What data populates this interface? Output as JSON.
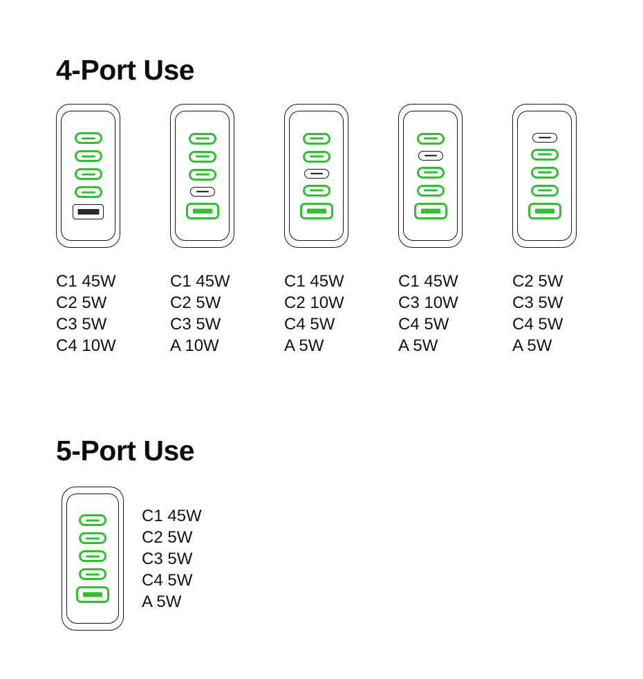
{
  "page": {
    "background": "#ffffff",
    "accent_green": "#2fbf2f",
    "inactive_black": "#141414"
  },
  "sections": [
    {
      "id": "four-port",
      "title": "4-Port Use",
      "chargers": [
        {
          "id": "charger-1",
          "ports": [
            {
              "type": "usb-c",
              "active": true
            },
            {
              "type": "usb-c",
              "active": true
            },
            {
              "type": "usb-c",
              "active": true
            },
            {
              "type": "usb-c",
              "active": true
            },
            {
              "type": "usb-a",
              "active": false
            }
          ],
          "labels": [
            "C1 45W",
            "C2 5W",
            "C3 5W",
            "C4 10W"
          ]
        },
        {
          "id": "charger-2",
          "ports": [
            {
              "type": "usb-c",
              "active": true
            },
            {
              "type": "usb-c",
              "active": true
            },
            {
              "type": "usb-c",
              "active": true
            },
            {
              "type": "usb-c",
              "active": false
            },
            {
              "type": "usb-a",
              "active": true
            }
          ],
          "labels": [
            "C1 45W",
            "C2 5W",
            "C3 5W",
            "A 10W"
          ]
        },
        {
          "id": "charger-3",
          "ports": [
            {
              "type": "usb-c",
              "active": true
            },
            {
              "type": "usb-c",
              "active": true
            },
            {
              "type": "usb-c",
              "active": false
            },
            {
              "type": "usb-c",
              "active": true
            },
            {
              "type": "usb-a",
              "active": true
            }
          ],
          "labels": [
            "C1 45W",
            "C2 10W",
            "C4 5W",
            "A 5W"
          ]
        },
        {
          "id": "charger-4",
          "ports": [
            {
              "type": "usb-c",
              "active": true
            },
            {
              "type": "usb-c",
              "active": false
            },
            {
              "type": "usb-c",
              "active": true
            },
            {
              "type": "usb-c",
              "active": true
            },
            {
              "type": "usb-a",
              "active": true
            }
          ],
          "labels": [
            "C1 45W",
            "C3 10W",
            "C4 5W",
            "A 5W"
          ]
        },
        {
          "id": "charger-5",
          "ports": [
            {
              "type": "usb-c",
              "active": false
            },
            {
              "type": "usb-c",
              "active": true
            },
            {
              "type": "usb-c",
              "active": true
            },
            {
              "type": "usb-c",
              "active": true
            },
            {
              "type": "usb-a",
              "active": true
            }
          ],
          "labels": [
            "C2 5W",
            "C3 5W",
            "C4 5W",
            "A 5W"
          ]
        }
      ]
    },
    {
      "id": "five-port",
      "title": "5-Port Use",
      "chargers": [
        {
          "id": "charger-6",
          "ports": [
            {
              "type": "usb-c",
              "active": true
            },
            {
              "type": "usb-c",
              "active": true
            },
            {
              "type": "usb-c",
              "active": true
            },
            {
              "type": "usb-c",
              "active": true
            },
            {
              "type": "usb-a",
              "active": true
            }
          ],
          "labels": [
            "C1 45W",
            "C2 5W",
            "C3 5W",
            "C4 5W",
            "A 5W"
          ]
        }
      ]
    }
  ]
}
